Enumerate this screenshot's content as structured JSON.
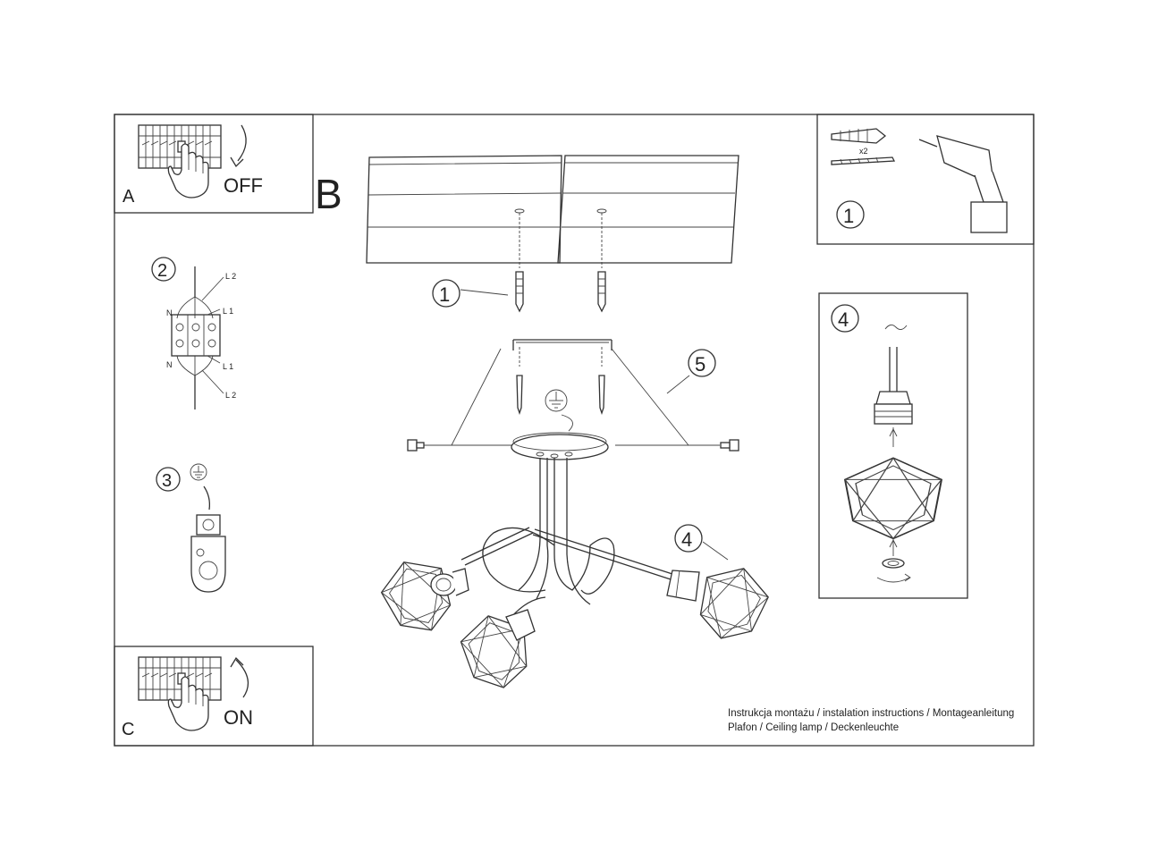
{
  "panels": {
    "a": {
      "letter": "A",
      "action": "OFF"
    },
    "b": {
      "letter": "B"
    },
    "c": {
      "letter": "C",
      "action": "ON"
    }
  },
  "steps": {
    "s1": "1",
    "s2": "2",
    "s3": "3",
    "s4": "4",
    "s5": "5"
  },
  "hardware": {
    "quantity": "x2"
  },
  "wiring": {
    "n_top": "N",
    "n_bottom": "N",
    "l1_top": "L 1",
    "l1_bottom": "L 1",
    "l2_top": "L 2",
    "l2_bottom": "L 2"
  },
  "footer": {
    "line1": "Instrukcja montażu / instalation instructions / Montageanleitung",
    "line2": "Plafon / Ceiling lamp / Deckenleuchte"
  }
}
